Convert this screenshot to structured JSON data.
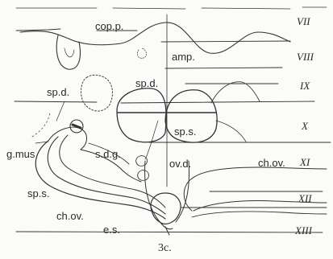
{
  "figure": {
    "caption": "3c.",
    "segments": [
      "VII",
      "VIII",
      "IX",
      "X",
      "XI",
      "XII",
      "XIII"
    ],
    "labels": {
      "cop_p": "cop.p.",
      "amp": "amp.",
      "sp_d_upper": "sp.d.",
      "sp_d_left": "sp.d.",
      "sp_s_right": "sp.s.",
      "g_mus": "g.mus",
      "s_d_g": "s.d.g.",
      "ov_d": "ov.d.",
      "ch_ov_right": "ch.ov.",
      "sp_s_left": "sp.s.",
      "ch_ov_left": "ch.ov.",
      "e_s": "e.s."
    }
  }
}
